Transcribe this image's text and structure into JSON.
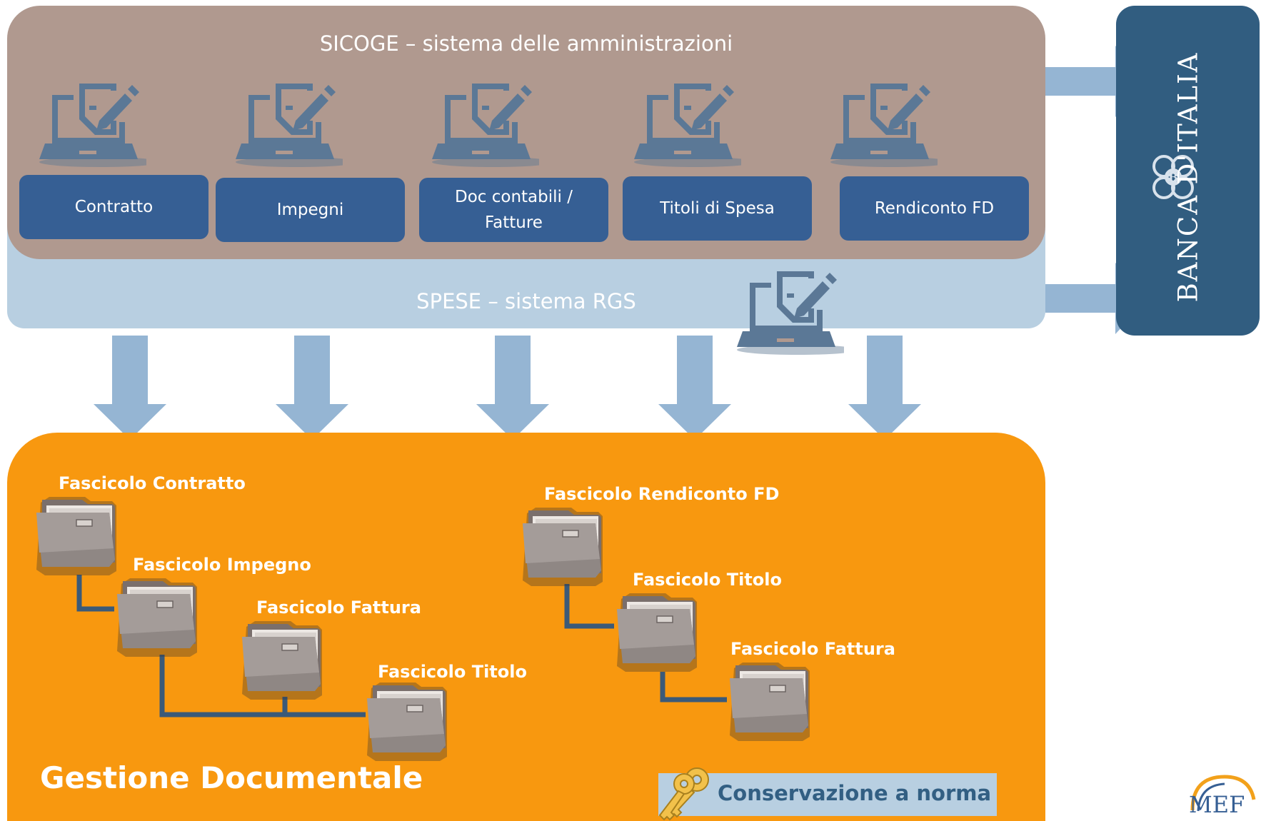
{
  "sicoge": {
    "title": "SICOGE – sistema delle amministrazioni"
  },
  "spese": {
    "title": "SPESE – sistema RGS"
  },
  "steps": [
    {
      "label": "Contratto"
    },
    {
      "label": "Impegni"
    },
    {
      "label": "Doc contabili / Fatture"
    },
    {
      "label": "Titoli di Spesa"
    },
    {
      "label": "Rendiconto FD"
    }
  ],
  "bank": {
    "name": "BANCA D'ITALIA",
    "icon": "bank-logo-icon"
  },
  "gestione": {
    "title": "Gestione Documentale",
    "left_tree": {
      "contratto": "Fascicolo Contratto",
      "impegno": "Fascicolo Impegno",
      "fattura": "Fascicolo Fattura",
      "titolo": "Fascicolo Titolo"
    },
    "right_tree": {
      "rendiconto": "Fascicolo Rendiconto FD",
      "titolo": "Fascicolo Titolo",
      "fattura": "Fascicolo Fattura"
    }
  },
  "conservazione": {
    "label": "Conservazione a norma",
    "icon": "keys-icon"
  },
  "mef_logo": {
    "text": "MEF"
  },
  "colors": {
    "sicoge_bg": "#b0998f",
    "spese_bg": "#b8cfe1",
    "step_box": "#365f94",
    "bank_bg": "#315d80",
    "gestione_bg": "#f8980f",
    "arrow": "#95b5d3",
    "connector": "#3b5a78"
  }
}
